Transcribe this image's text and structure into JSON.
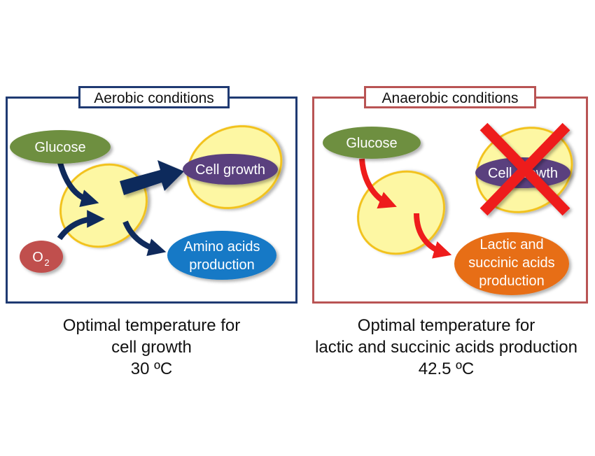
{
  "aerobic": {
    "title": "Aerobic conditions",
    "glucose": "Glucose",
    "oxygen": "O",
    "oxygen_sub": "2",
    "cell_growth": "Cell growth",
    "product_line1": "Amino acids",
    "product_line2": "production",
    "caption_line1": "Optimal temperature for",
    "caption_line2": "cell growth",
    "caption_line3": "30 ºC"
  },
  "anaerobic": {
    "title": "Anaerobic conditions",
    "glucose": "Glucose",
    "cell_growth": "Cell growth",
    "product_line1": "Lactic and",
    "product_line2": "succinic acids",
    "product_line3": "production",
    "caption_line1": "Optimal temperature for",
    "caption_line2": "lactic and succinic acids production",
    "caption_line3": "42.5 ºC"
  },
  "colors": {
    "aerobic_border": "#1f3a72",
    "anaerobic_border": "#b95454",
    "cell_fill": "#fdf7a3",
    "cell_stroke": "#f2c21b",
    "glucose": "#6e8f3f",
    "oxygen": "#c0504d",
    "cell_growth": "#5a3f7e",
    "amino_acids": "#1279c6",
    "lactic_succinic": "#e76e14",
    "aerobic_arrow": "#0f2a5c",
    "anaerobic_arrow": "#ee1c1c",
    "cross": "#ee1c1c"
  }
}
